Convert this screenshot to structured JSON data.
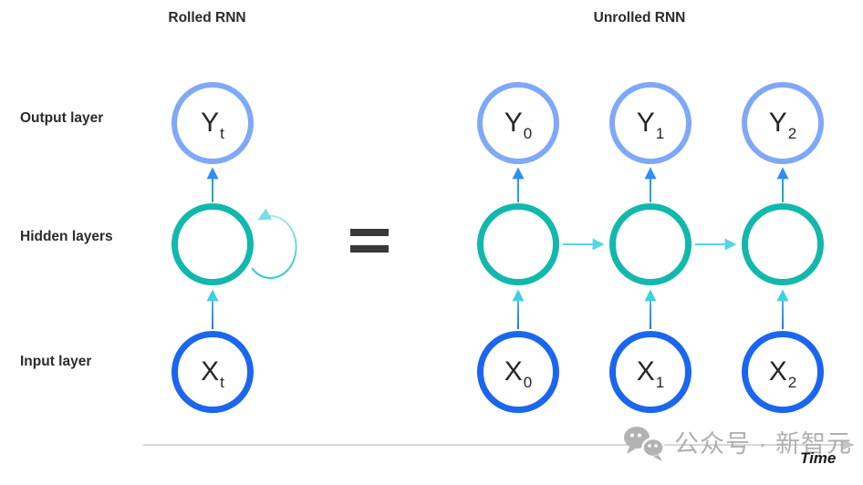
{
  "titles": {
    "rolled": "Rolled RNN",
    "unrolled": "Unrolled RNN"
  },
  "row_labels": {
    "output": "Output layer",
    "hidden": "Hidden layers",
    "input": "Input layer"
  },
  "equals_sign": "=",
  "rolled": {
    "output": {
      "label": "Y",
      "sub": "t"
    },
    "input": {
      "label": "X",
      "sub": "t"
    }
  },
  "unrolled": {
    "outputs": [
      {
        "label": "Y",
        "sub": "0"
      },
      {
        "label": "Y",
        "sub": "1"
      },
      {
        "label": "Y",
        "sub": "2"
      }
    ],
    "inputs": [
      {
        "label": "X",
        "sub": "0"
      },
      {
        "label": "X",
        "sub": "1"
      },
      {
        "label": "X",
        "sub": "2"
      }
    ]
  },
  "time_axis": {
    "label": "Time"
  },
  "watermark": {
    "text": "公众号 · 新智元",
    "icon": "wechat-chat-bubbles-icon"
  },
  "colors": {
    "output_node_border": "#7FA8F8",
    "hidden_node_border": "#12B8AC",
    "input_node_border": "#1B66EE",
    "arrow_up_input_bottom": "#2A72F3",
    "arrow_up_input_top": "#3FD0E0",
    "arrow_up_hidden_bottom": "#12B8AC",
    "arrow_up_hidden_top": "#2F8EF5",
    "hidden_link_arrow": "#55D5E5",
    "self_loop_top": "#A9E6EF",
    "self_loop_bottom": "#2EC9CD",
    "equals": "#3B3838",
    "axis_line": "#D8D8D8",
    "axis_arrow": "#C6C6C6",
    "label_text": "#2B2B2B",
    "node_text": "#272727",
    "watermark_gray": "#B0B0B0"
  }
}
